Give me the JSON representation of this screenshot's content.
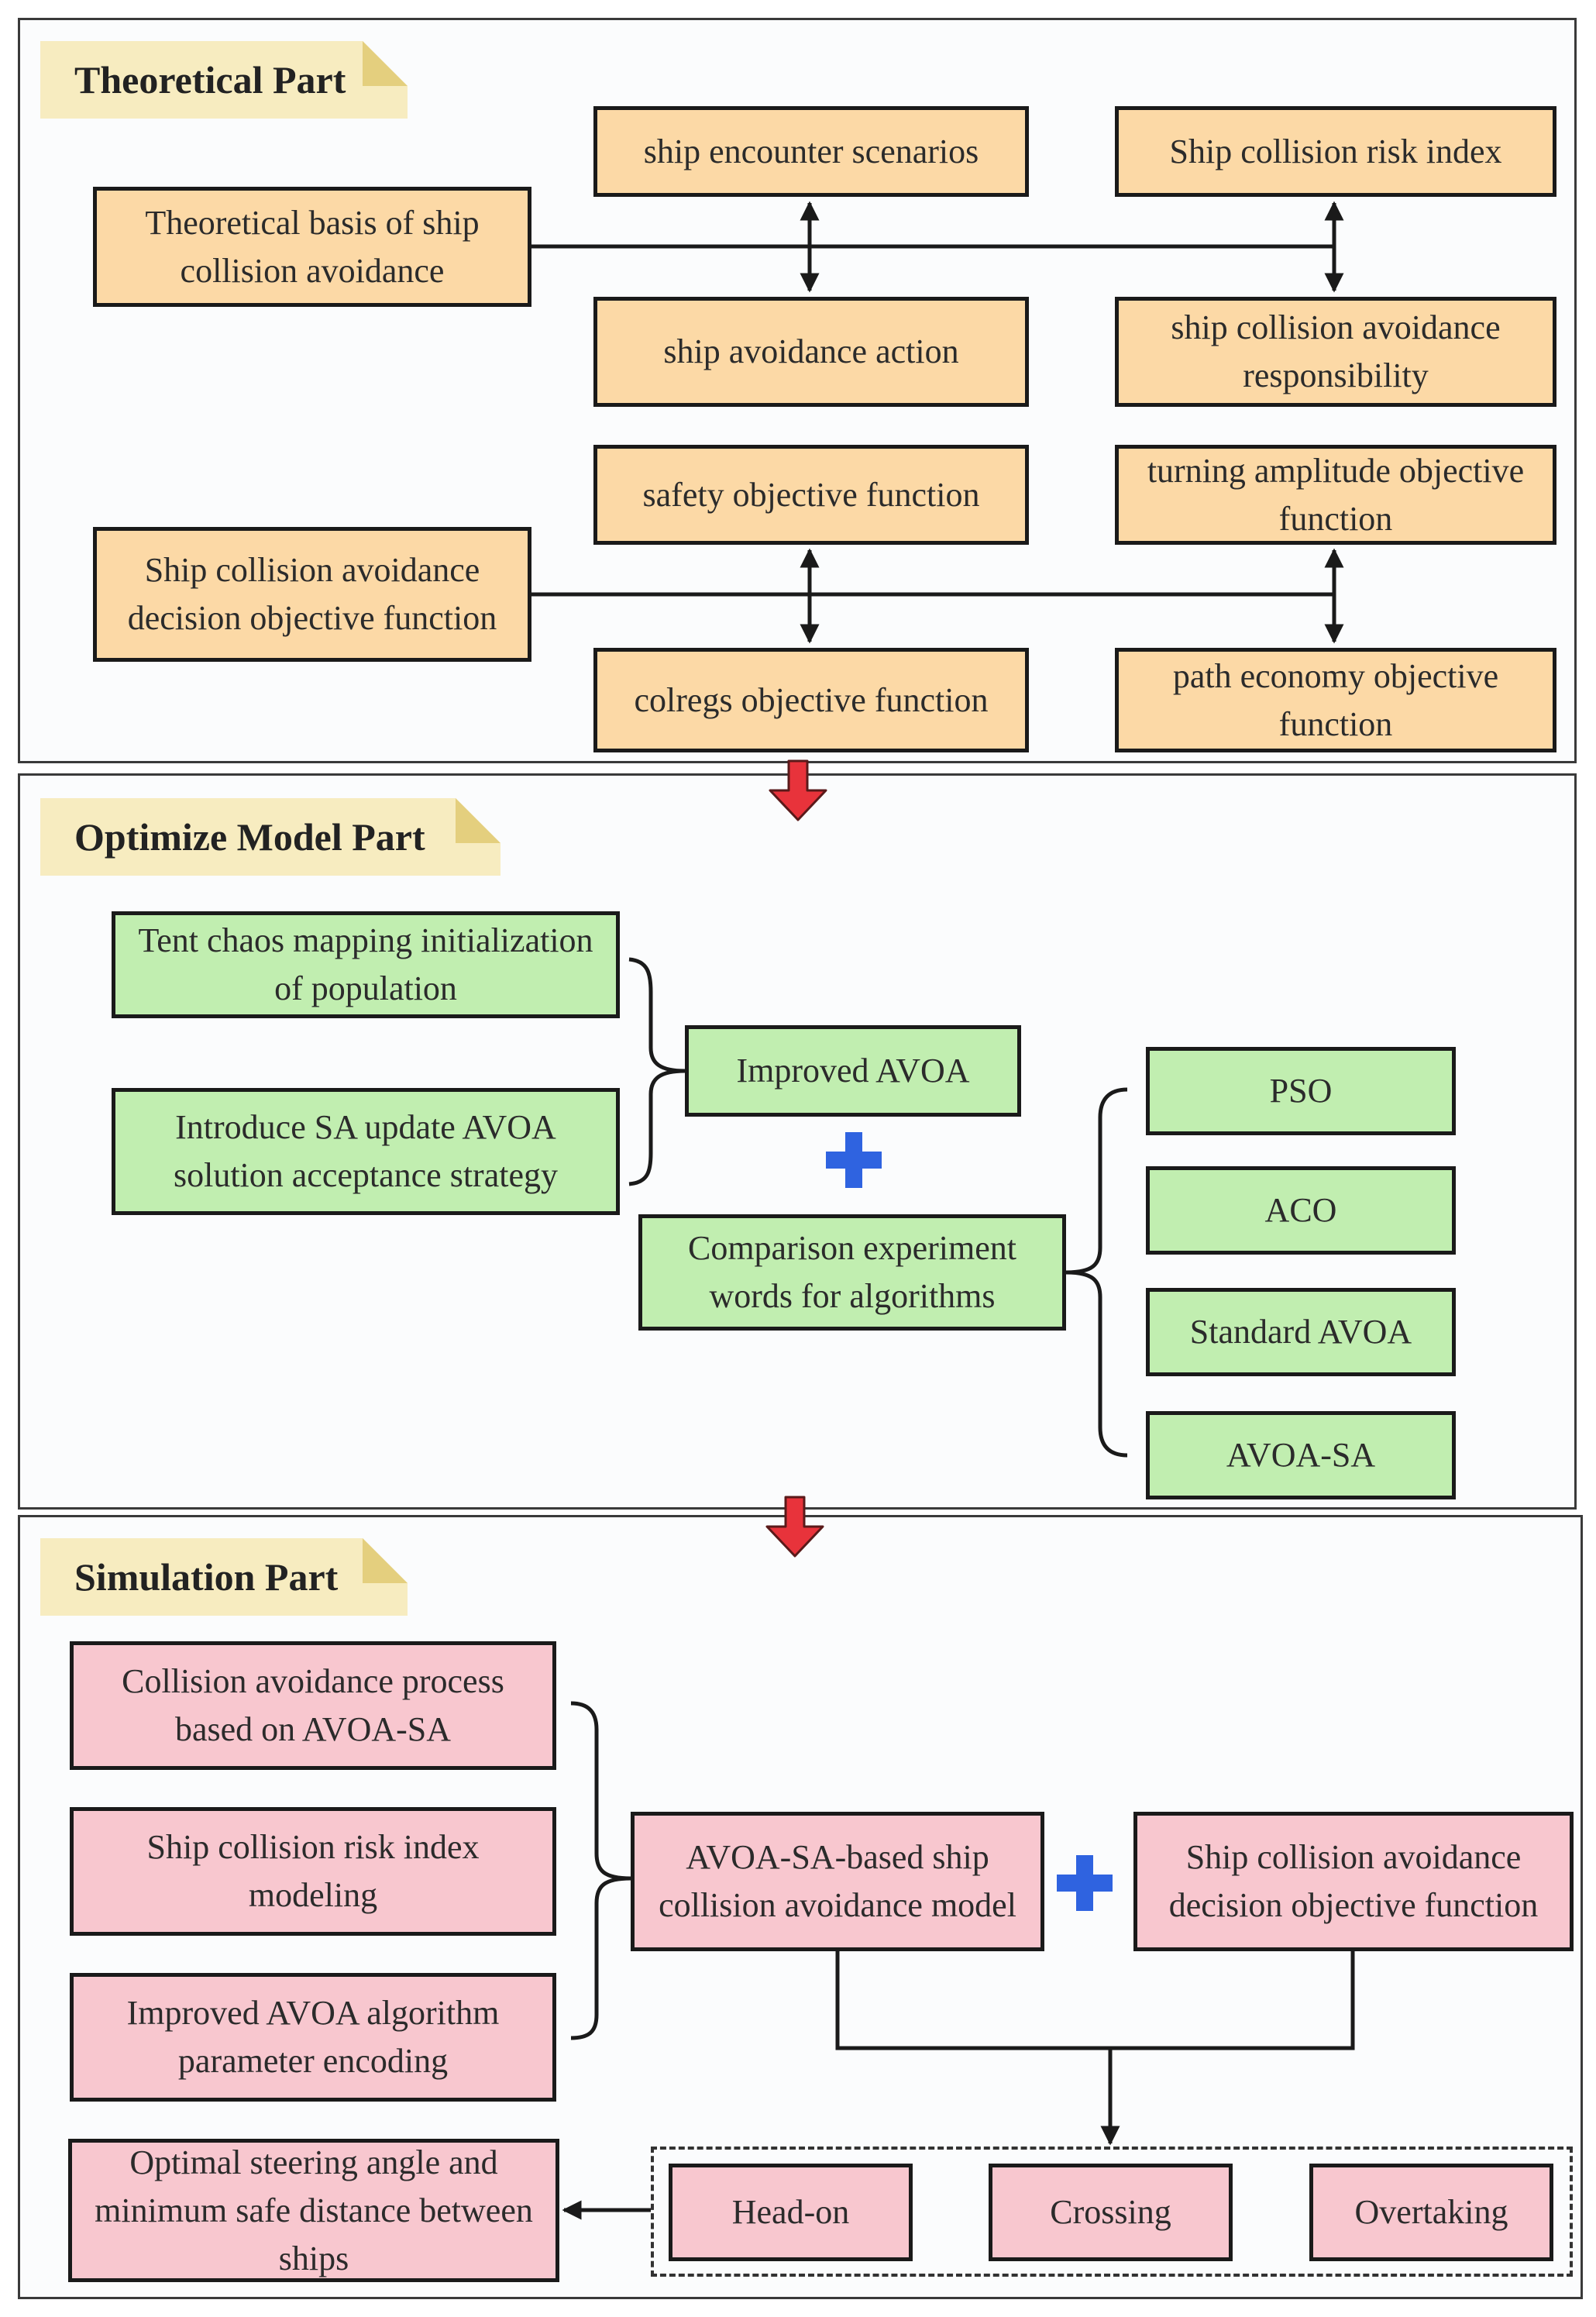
{
  "colors": {
    "theory_box": "#fcd9a6",
    "optimize_box": "#c1eeb0",
    "simulation_box": "#f8c7cf",
    "tag": "#f7ecc0",
    "section_arrow": "#e8333b",
    "plus": "#2f63e0"
  },
  "theory": {
    "title": "Theoretical Part",
    "basis": "Theoretical basis of ship collision avoidance",
    "encounter": "ship encounter scenarios",
    "action": "ship avoidance action",
    "risk_index": "Ship collision risk index",
    "responsibility": "ship collision avoidance responsibility",
    "decision_obj": "Ship collision avoidance decision objective function",
    "safety_obj": "safety objective function",
    "colregs_obj": "colregs objective function",
    "turning_obj": "turning amplitude objective function",
    "path_obj": "path economy objective function"
  },
  "optimize": {
    "title": "Optimize Model Part",
    "tent": "Tent chaos mapping initialization of population",
    "sa": "Introduce SA update AVOA solution acceptance strategy",
    "improved": "Improved AVOA",
    "comparison": "Comparison experiment words for algorithms",
    "pso": "PSO",
    "aco": "ACO",
    "standard": "Standard AVOA",
    "avoa_sa": "AVOA-SA"
  },
  "simulation": {
    "title": "Simulation Part",
    "process": "Collision avoidance process based on AVOA-SA",
    "risk_model": "Ship collision risk index modeling",
    "encoding": "Improved AVOA algorithm parameter encoding",
    "model": "AVOA-SA-based ship collision avoidance model",
    "decision_obj": "Ship collision avoidance decision objective function",
    "optimal": "Optimal steering angle and minimum safe distance between ships",
    "head_on": "Head-on",
    "crossing": "Crossing",
    "overtaking": "Overtaking"
  }
}
